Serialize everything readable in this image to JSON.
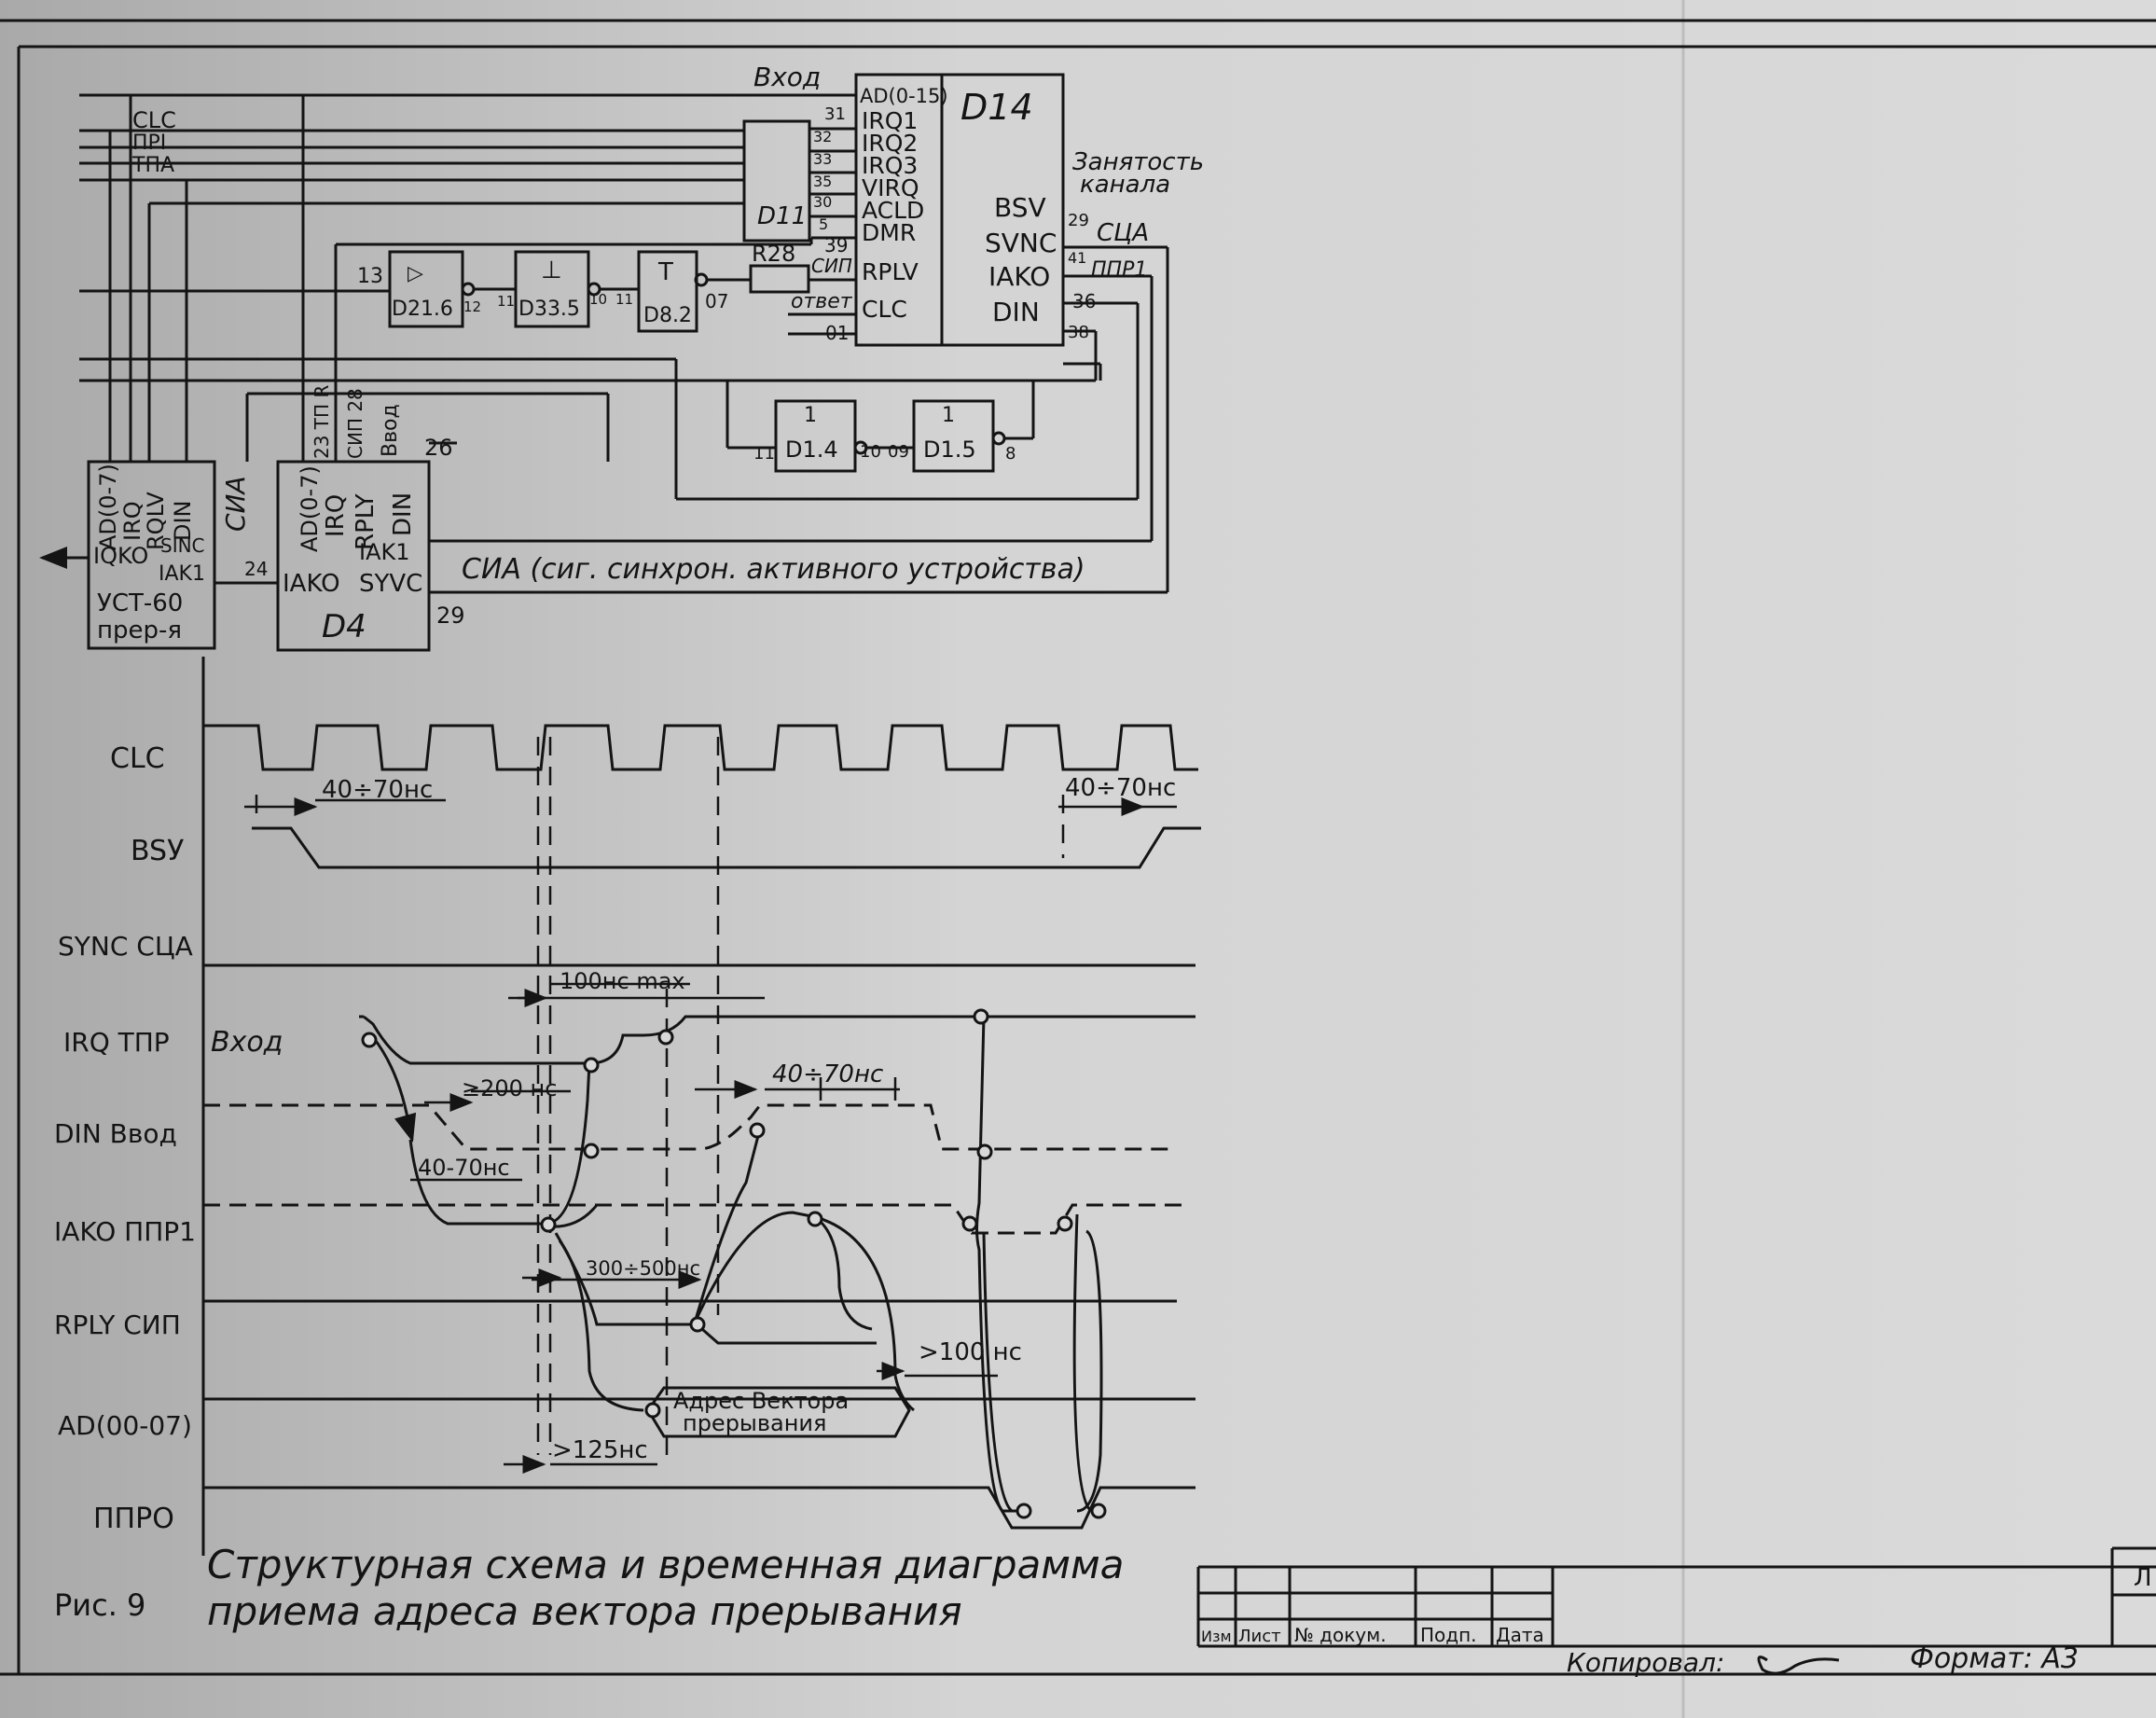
{
  "schematic": {
    "d14": {
      "name": "D14",
      "left_pins": [
        "AD(0-15)",
        "IRQ1",
        "IRQ2",
        "IRQ3",
        "VIRQ",
        "ACLD",
        "DMR",
        "RPLV",
        "CLC"
      ],
      "left_pin_numbers": [
        "31",
        "32",
        "33",
        "35",
        "30",
        "5",
        "39"
      ],
      "right_pins": [
        "BSV",
        "SVNC",
        "IAKO",
        "DIN"
      ],
      "right_pin_numbers": [
        "29",
        "41",
        "36",
        "38"
      ],
      "net_labels": {
        "vhod": "Вход",
        "zanyatost_1": "Занятость",
        "zanyatost_2": "канала",
        "sua": "СЦА",
        "ppr1": "ППР1",
        "sip": "СИП",
        "otvet": "ответ",
        "n07": "07",
        "n01": "01"
      }
    },
    "d11": {
      "name": "D11"
    },
    "r28": {
      "name": "R28"
    },
    "gates": [
      {
        "name": "D21.6",
        "symbol": "▷",
        "pin_in": "13",
        "pin_out": "12"
      },
      {
        "name": "D33.5",
        "symbol": "⊥",
        "pin_in": "11",
        "pin_out": "10"
      },
      {
        "name": "D8.2",
        "symbol": "T",
        "pin_in": "11",
        "pin_out": ""
      },
      {
        "name": "D1.4",
        "symbol": "1",
        "pin_in": "11",
        "pin_out": "10"
      },
      {
        "name": "D1.5",
        "symbol": "1",
        "pin_in": "09",
        "pin_out": "8"
      }
    ],
    "bus_labels": [
      "CLC",
      "ПРI",
      "ТПА"
    ],
    "ust": {
      "vertical_pins": [
        "AD(0-7)",
        "IRQ",
        "RQLV",
        "DIN",
        "СИА"
      ],
      "pins": [
        "IQKO",
        "SINC",
        "IAK1"
      ],
      "name_1": "УСТ-60",
      "name_2": "прер-я",
      "pin_24": "24"
    },
    "d4": {
      "name": "D4",
      "top_labels": [
        "23 ТП R",
        "СИП 28",
        "Ввод"
      ],
      "pin_26": "26",
      "vertical_pins": [
        "AD(0-7)",
        "IRQ",
        "RPLY",
        "DIN"
      ],
      "pins": [
        "IAK1",
        "IAKO",
        "SYVC"
      ],
      "pin_29": "29"
    },
    "sia_note": "СИА (сиг. синхрон. активного устройства)"
  },
  "timing": {
    "signals": [
      "CLC",
      "BSУ",
      "SYNC СЦА",
      "IRQ ТПР",
      "DIN Ввод",
      "IAKO ППР1",
      "RPLY СИП",
      "AD(00-07)",
      "ППРО"
    ],
    "input_label": "Вход",
    "annotations": {
      "t1": "40÷70нс",
      "t2": "40÷70нс",
      "t3": "100нс max",
      "t4": "≥200 нс",
      "t5": "40÷70нс",
      "t6": "40-70нс",
      "t7": "300÷500нс",
      "t8": ">100 нс",
      "t9": ">125нс"
    },
    "vector_label_1": "Адрес Вектора",
    "vector_label_2": "прерывания"
  },
  "caption": {
    "fig": "Рис. 9",
    "line1": "Структурная схема и временная диаграмма",
    "line2": "приема адреса вектора прерывания"
  },
  "title_block": {
    "columns": [
      "Изм",
      "Лист",
      "№ докум.",
      "Подп.",
      "Дата"
    ],
    "copied": "Копировал:",
    "format": "Формат: А3",
    "corner": "Л"
  }
}
